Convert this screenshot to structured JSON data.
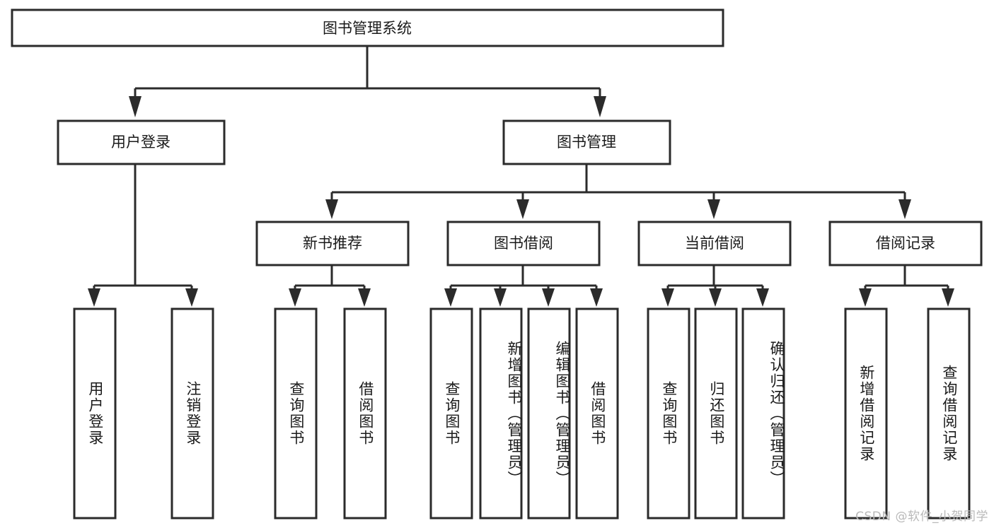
{
  "diagram": {
    "title": "图书管理系统",
    "type": "hierarchy-tree",
    "root": {
      "id": "root",
      "label": "图书管理系统",
      "orientation": "horizontal"
    },
    "level1": [
      {
        "id": "user-login",
        "label": "用户登录",
        "orientation": "horizontal"
      },
      {
        "id": "book-management",
        "label": "图书管理",
        "orientation": "horizontal"
      }
    ],
    "level2": [
      {
        "id": "new-book-recommend",
        "label": "新书推荐",
        "parent": "book-management",
        "orientation": "horizontal"
      },
      {
        "id": "book-borrow",
        "label": "图书借阅",
        "parent": "book-management",
        "orientation": "horizontal"
      },
      {
        "id": "current-borrow",
        "label": "当前借阅",
        "parent": "book-management",
        "orientation": "horizontal"
      },
      {
        "id": "borrow-record",
        "label": "借阅记录",
        "parent": "book-management",
        "orientation": "horizontal"
      }
    ],
    "leaves": [
      {
        "id": "leaf-user-login",
        "label": "用户登录",
        "parent": "user-login",
        "orientation": "vertical"
      },
      {
        "id": "leaf-logout-login",
        "label": "注销登录",
        "parent": "user-login",
        "orientation": "vertical"
      },
      {
        "id": "leaf-query-book-1",
        "label": "查询图书",
        "parent": "new-book-recommend",
        "orientation": "vertical"
      },
      {
        "id": "leaf-borrow-book-1",
        "label": "借阅图书",
        "parent": "new-book-recommend",
        "orientation": "vertical"
      },
      {
        "id": "leaf-query-book-2",
        "label": "查询图书",
        "parent": "book-borrow",
        "orientation": "vertical"
      },
      {
        "id": "leaf-add-book",
        "label": "新增图书（管理员）",
        "parent": "book-borrow",
        "orientation": "vertical"
      },
      {
        "id": "leaf-edit-book",
        "label": "编辑图书（管理员）",
        "parent": "book-borrow",
        "orientation": "vertical"
      },
      {
        "id": "leaf-borrow-book-2",
        "label": "借阅图书",
        "parent": "book-borrow",
        "orientation": "vertical"
      },
      {
        "id": "leaf-query-book-3",
        "label": "查询图书",
        "parent": "current-borrow",
        "orientation": "vertical"
      },
      {
        "id": "leaf-return-book",
        "label": "归还图书",
        "parent": "current-borrow",
        "orientation": "vertical"
      },
      {
        "id": "leaf-confirm-return",
        "label": "确认归还（管理员）",
        "parent": "current-borrow",
        "orientation": "vertical"
      },
      {
        "id": "leaf-add-record",
        "label": "新增借阅记录",
        "parent": "borrow-record",
        "orientation": "vertical"
      },
      {
        "id": "leaf-query-record",
        "label": "查询借阅记录",
        "parent": "borrow-record",
        "orientation": "vertical"
      }
    ],
    "colors": {
      "stroke": "#2b2b2b",
      "fill": "#ffffff",
      "text": "#1a1a1a",
      "watermark": "#b9b9b9"
    }
  },
  "watermark": {
    "text": "CSDN @软件_小贺同学"
  }
}
